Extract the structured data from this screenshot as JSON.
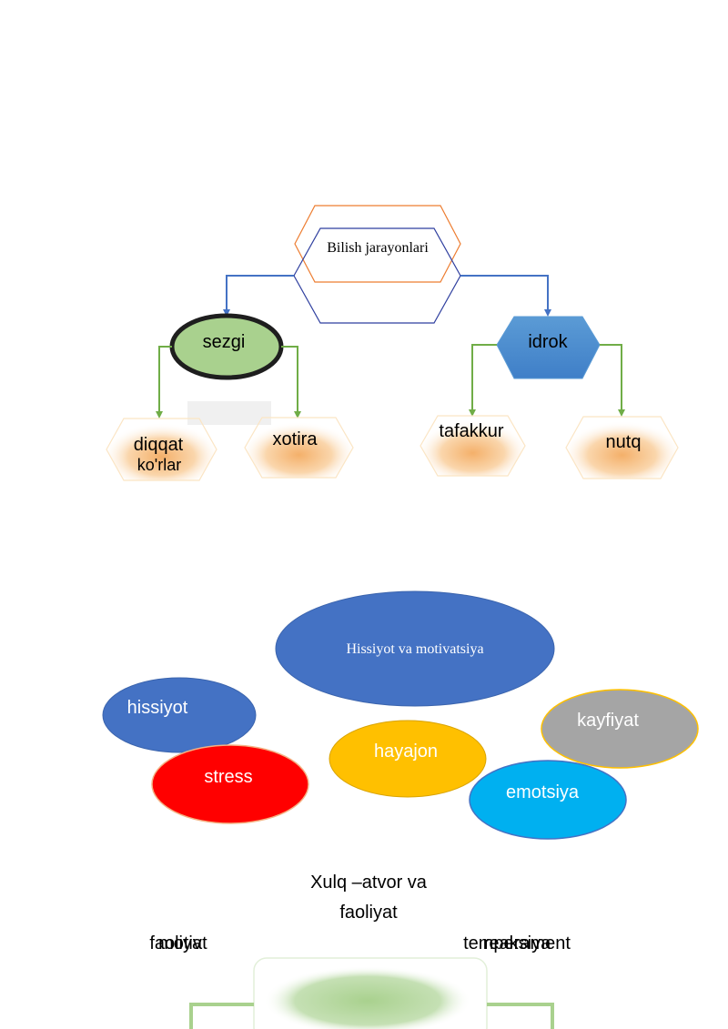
{
  "diagram1": {
    "root": "Bilish jarayonlari",
    "left": "sezgi",
    "right": "idrok",
    "right_sub": "",
    "leaf1": "diqqat",
    "leaf1_sub": "ko'rlar",
    "leaf2": "xotira",
    "leaf3": "tafakkur",
    "leaf4": "nutq"
  },
  "diagram2": {
    "root": "Hissiyot va motivatsiya",
    "nodes": [
      "hissiyot",
      "stress",
      "hayajon",
      "kayfiyat",
      "emotsiya"
    ],
    "colors": {
      "blue": "#4472c4",
      "red": "#ff0000",
      "yellow": "#ffc000",
      "gray": "#a5a5a5",
      "cyan": "#00b0f0"
    }
  },
  "diagram3": {
    "title_line1": "Xulq –atvor va",
    "title_line2": "faoliyat",
    "left_a": "faoliyat",
    "left_b": "motiv",
    "right_a": "temperament",
    "right_b": "reaksiya"
  },
  "colors": {
    "orange": "#ed7d31",
    "navy": "#2f3f9f",
    "green": "#70ad47",
    "sezgi_fill": "#a9d18e"
  }
}
